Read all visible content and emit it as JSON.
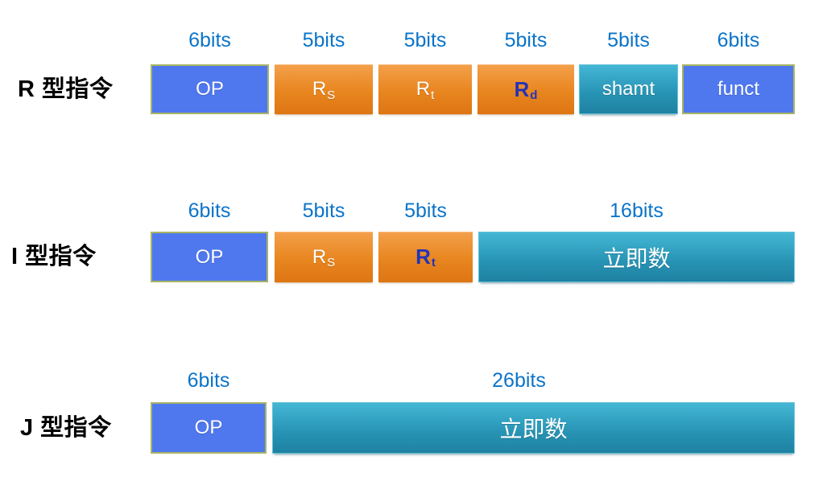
{
  "colors": {
    "bits_label": "#0B74C9",
    "blue_field_fill": "#4F78EF",
    "blue_field_border": "#A8B464",
    "orange_field": "#E8861F",
    "teal_field": "#2793B4",
    "highlight_text": "#2433B8",
    "row_label_text": "#000000",
    "field_text": "#FFFFFF"
  },
  "rows": [
    {
      "type_label": "R 型指令",
      "fields": [
        {
          "bits": "6bits",
          "label": "OP"
        },
        {
          "bits": "5bits",
          "label": "R",
          "sub": "S"
        },
        {
          "bits": "5bits",
          "label": "R",
          "sub": "t"
        },
        {
          "bits": "5bits",
          "label": "R",
          "sub": "d",
          "highlight": true
        },
        {
          "bits": "5bits",
          "label": "shamt"
        },
        {
          "bits": "6bits",
          "label": "funct"
        }
      ]
    },
    {
      "type_label": "I 型指令",
      "fields": [
        {
          "bits": "6bits",
          "label": "OP"
        },
        {
          "bits": "5bits",
          "label": "R",
          "sub": "S"
        },
        {
          "bits": "5bits",
          "label": "R",
          "sub": "t",
          "highlight": true
        },
        {
          "bits": "16bits",
          "label": "立即数"
        }
      ]
    },
    {
      "type_label": "J 型指令",
      "fields": [
        {
          "bits": "6bits",
          "label": "OP"
        },
        {
          "bits": "26bits",
          "label": "立即数"
        }
      ]
    }
  ]
}
